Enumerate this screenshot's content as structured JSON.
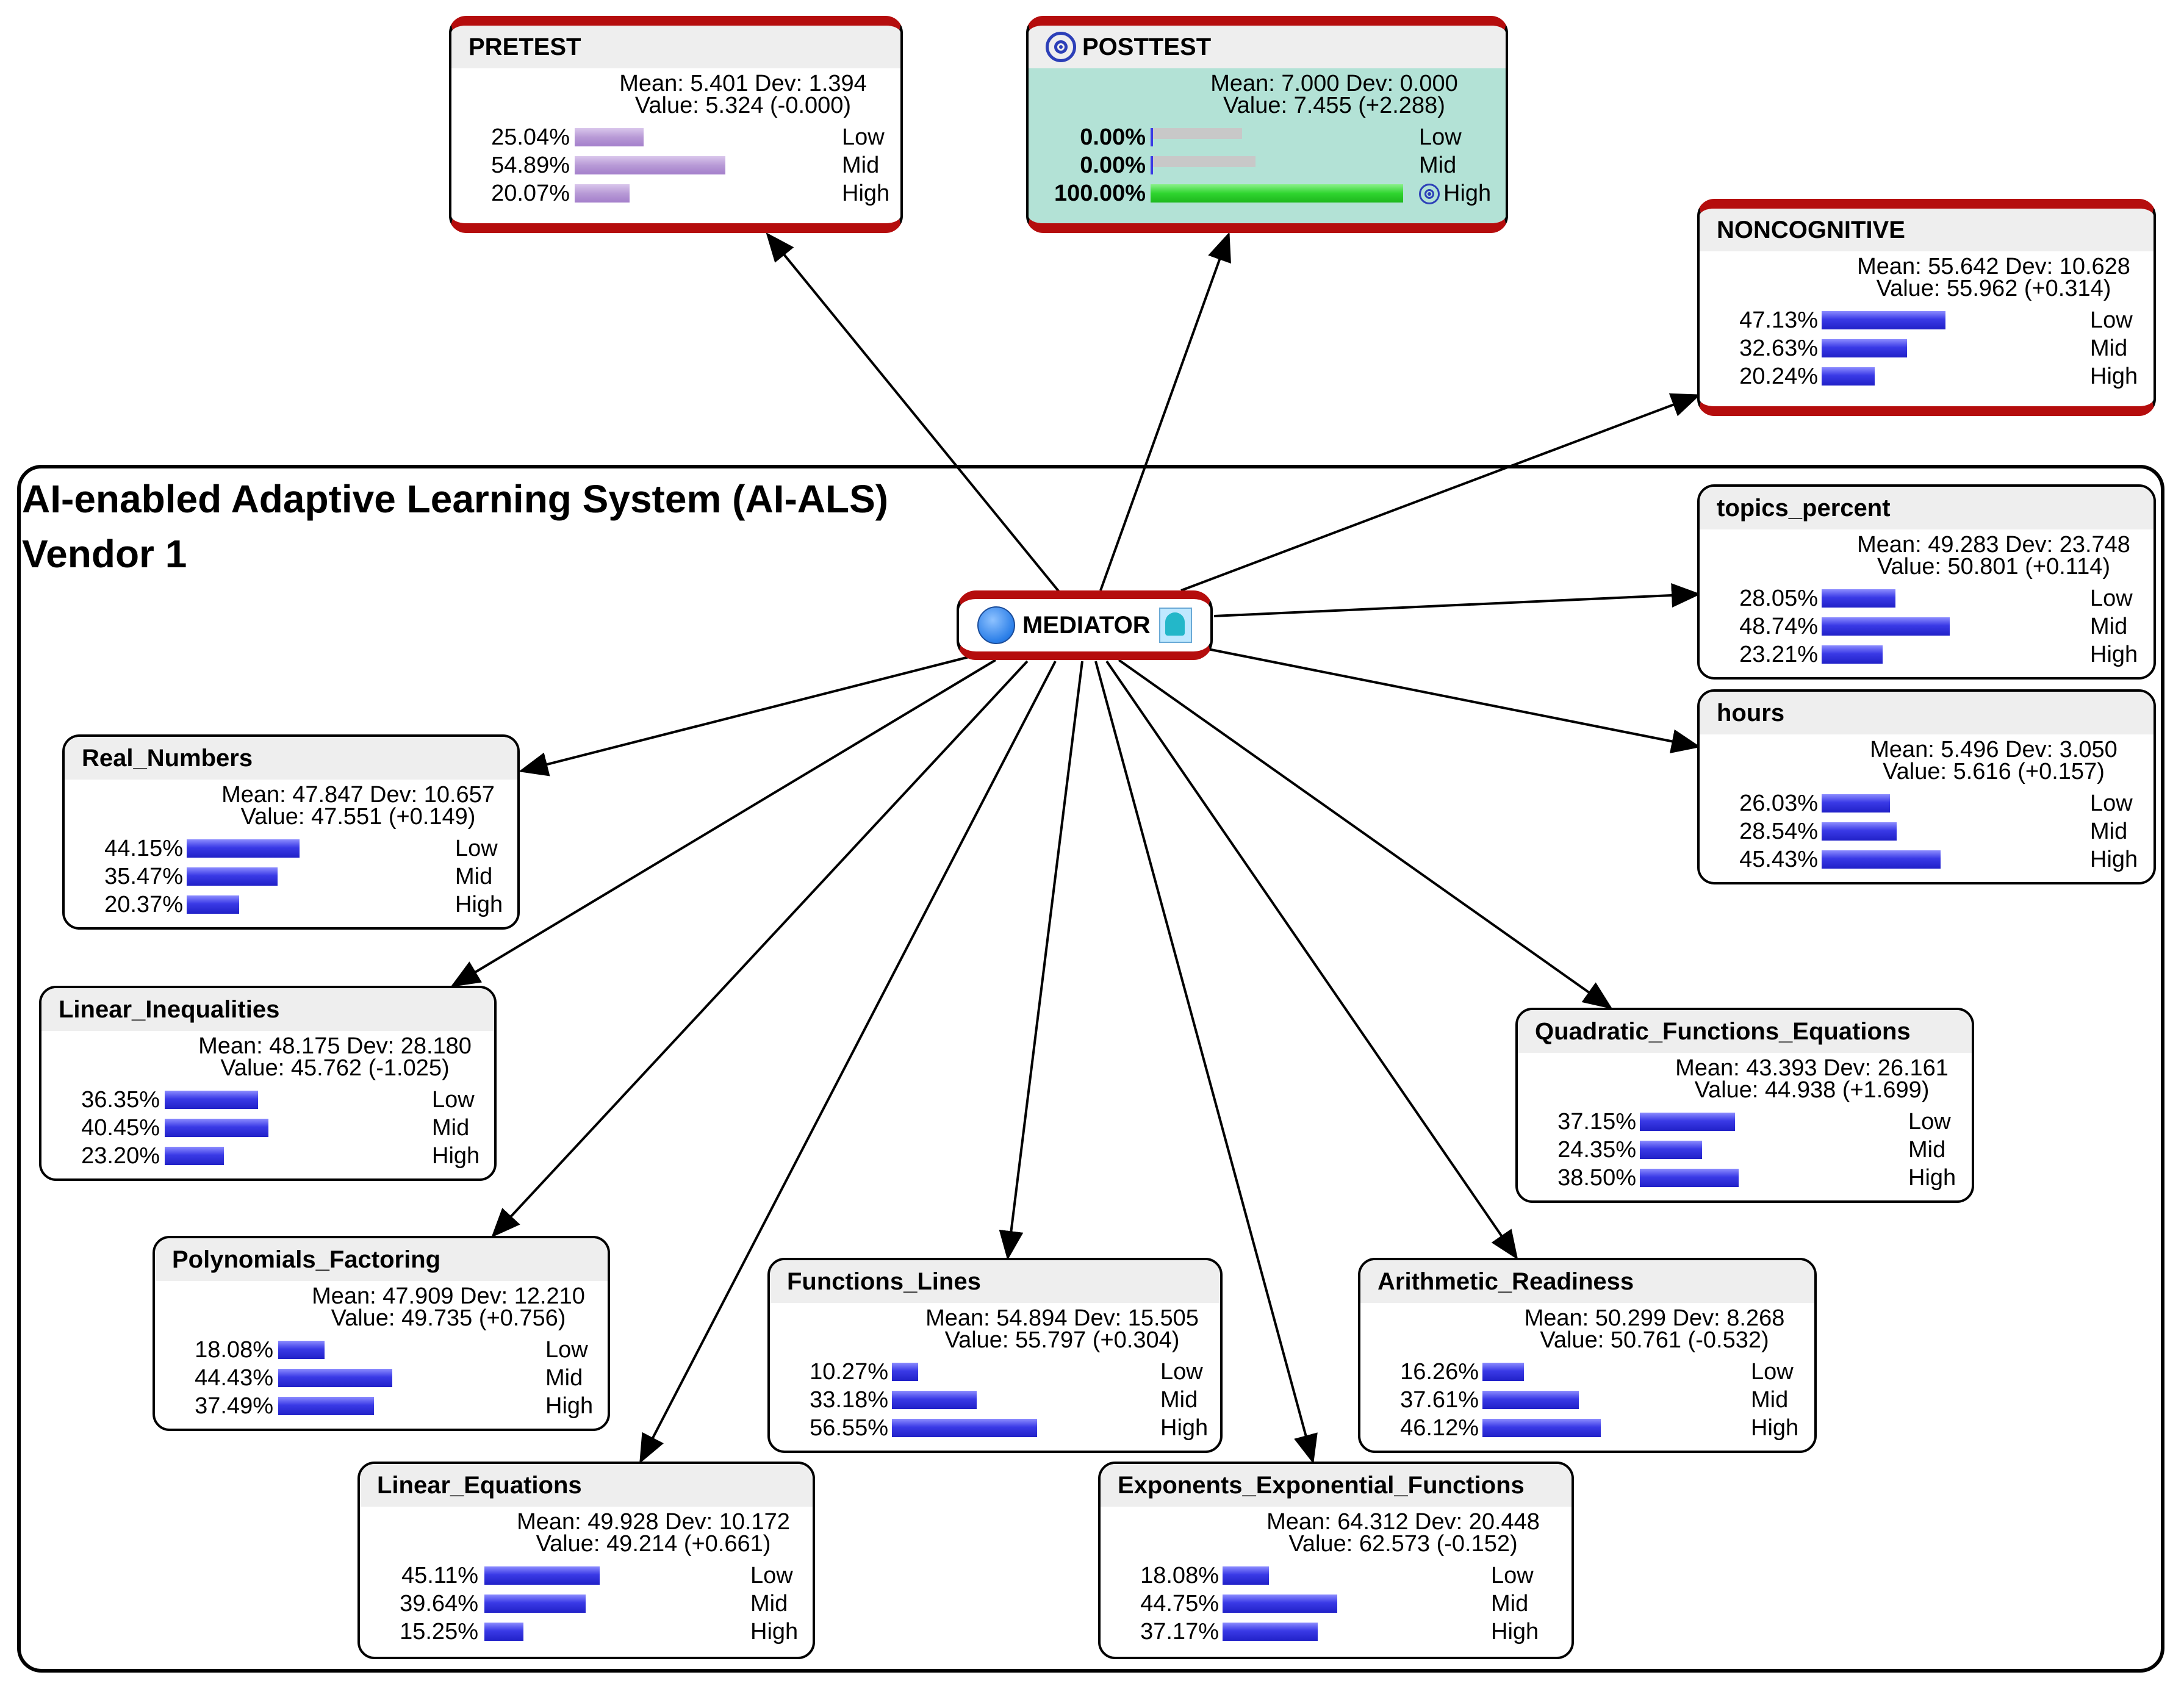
{
  "frame": {
    "title_line1": "AI-enabled Adaptive Learning System (AI-ALS)",
    "title_line2": "Vendor 1"
  },
  "mediator": {
    "label": "MEDIATOR",
    "icon": "circle-node-icon",
    "side_icon": "ghost-icon"
  },
  "levels": [
    "Low",
    "Mid",
    "High"
  ],
  "colors": {
    "accent_red": "#b50d0d",
    "bar_blue": "#3a3ae6",
    "bar_purple": "#b89ad6",
    "bar_green": "#2fd52f",
    "target_bg": "#b3e2d6"
  },
  "nodes": {
    "pretest": {
      "title": "PRETEST",
      "mean_dev": "Mean: 5.401 Dev: 1.394",
      "value": "Value: 5.324 (-0.000)",
      "rows": [
        {
          "pct": "25.04%",
          "p": 0.2504,
          "level": "Low"
        },
        {
          "pct": "54.89%",
          "p": 0.5489,
          "level": "Mid"
        },
        {
          "pct": "20.07%",
          "p": 0.2007,
          "level": "High"
        }
      ]
    },
    "posttest": {
      "title": "POSTTEST",
      "mean_dev": "Mean: 7.000 Dev: 0.000",
      "value": "Value: 7.455 (+2.288)",
      "rows": [
        {
          "pct": "0.00%",
          "p": 0.0,
          "level": "Low"
        },
        {
          "pct": "0.00%",
          "p": 0.0,
          "level": "Mid"
        },
        {
          "pct": "100.00%",
          "p": 1.0,
          "level": "High"
        }
      ]
    },
    "noncognitive": {
      "title": "NONCOGNITIVE",
      "mean_dev": "Mean: 55.642 Dev: 10.628",
      "value": "Value: 55.962 (+0.314)",
      "rows": [
        {
          "pct": "47.13%",
          "p": 0.4713,
          "level": "Low"
        },
        {
          "pct": "32.63%",
          "p": 0.3263,
          "level": "Mid"
        },
        {
          "pct": "20.24%",
          "p": 0.2024,
          "level": "High"
        }
      ]
    },
    "topics_percent": {
      "title": "topics_percent",
      "mean_dev": "Mean: 49.283 Dev: 23.748",
      "value": "Value: 50.801 (+0.114)",
      "rows": [
        {
          "pct": "28.05%",
          "p": 0.2805,
          "level": "Low"
        },
        {
          "pct": "48.74%",
          "p": 0.4874,
          "level": "Mid"
        },
        {
          "pct": "23.21%",
          "p": 0.2321,
          "level": "High"
        }
      ]
    },
    "hours": {
      "title": "hours",
      "mean_dev": "Mean: 5.496 Dev: 3.050",
      "value": "Value: 5.616 (+0.157)",
      "rows": [
        {
          "pct": "26.03%",
          "p": 0.2603,
          "level": "Low"
        },
        {
          "pct": "28.54%",
          "p": 0.2854,
          "level": "Mid"
        },
        {
          "pct": "45.43%",
          "p": 0.4543,
          "level": "High"
        }
      ]
    },
    "real_numbers": {
      "title": "Real_Numbers",
      "mean_dev": "Mean: 47.847 Dev: 10.657",
      "value": "Value: 47.551 (+0.149)",
      "rows": [
        {
          "pct": "44.15%",
          "p": 0.4415,
          "level": "Low"
        },
        {
          "pct": "35.47%",
          "p": 0.3547,
          "level": "Mid"
        },
        {
          "pct": "20.37%",
          "p": 0.2037,
          "level": "High"
        }
      ]
    },
    "linear_inequalities": {
      "title": "Linear_Inequalities",
      "mean_dev": "Mean: 48.175 Dev: 28.180",
      "value": "Value: 45.762 (-1.025)",
      "rows": [
        {
          "pct": "36.35%",
          "p": 0.3635,
          "level": "Low"
        },
        {
          "pct": "40.45%",
          "p": 0.4045,
          "level": "Mid"
        },
        {
          "pct": "23.20%",
          "p": 0.232,
          "level": "High"
        }
      ]
    },
    "polynomials_factoring": {
      "title": "Polynomials_Factoring",
      "mean_dev": "Mean: 47.909 Dev: 12.210",
      "value": "Value: 49.735 (+0.756)",
      "rows": [
        {
          "pct": "18.08%",
          "p": 0.1808,
          "level": "Low"
        },
        {
          "pct": "44.43%",
          "p": 0.4443,
          "level": "Mid"
        },
        {
          "pct": "37.49%",
          "p": 0.3749,
          "level": "High"
        }
      ]
    },
    "linear_equations": {
      "title": "Linear_Equations",
      "mean_dev": "Mean: 49.928 Dev: 10.172",
      "value": "Value: 49.214 (+0.661)",
      "rows": [
        {
          "pct": "45.11%",
          "p": 0.4511,
          "level": "Low"
        },
        {
          "pct": "39.64%",
          "p": 0.3964,
          "level": "Mid"
        },
        {
          "pct": "15.25%",
          "p": 0.1525,
          "level": "High"
        }
      ]
    },
    "functions_lines": {
      "title": "Functions_Lines",
      "mean_dev": "Mean: 54.894 Dev: 15.505",
      "value": "Value: 55.797 (+0.304)",
      "rows": [
        {
          "pct": "10.27%",
          "p": 0.1027,
          "level": "Low"
        },
        {
          "pct": "33.18%",
          "p": 0.3318,
          "level": "Mid"
        },
        {
          "pct": "56.55%",
          "p": 0.5655,
          "level": "High"
        }
      ]
    },
    "exponents": {
      "title": "Exponents_Exponential_Functions",
      "mean_dev": "Mean: 64.312 Dev: 20.448",
      "value": "Value: 62.573 (-0.152)",
      "rows": [
        {
          "pct": "18.08%",
          "p": 0.1808,
          "level": "Low"
        },
        {
          "pct": "44.75%",
          "p": 0.4475,
          "level": "Mid"
        },
        {
          "pct": "37.17%",
          "p": 0.3717,
          "level": "High"
        }
      ]
    },
    "quadratic": {
      "title": "Quadratic_Functions_Equations",
      "mean_dev": "Mean: 43.393 Dev: 26.161",
      "value": "Value: 44.938 (+1.699)",
      "rows": [
        {
          "pct": "37.15%",
          "p": 0.3715,
          "level": "Low"
        },
        {
          "pct": "24.35%",
          "p": 0.2435,
          "level": "Mid"
        },
        {
          "pct": "38.50%",
          "p": 0.385,
          "level": "High"
        }
      ]
    },
    "arithmetic": {
      "title": "Arithmetic_Readiness",
      "mean_dev": "Mean: 50.299 Dev: 8.268",
      "value": "Value: 50.761 (-0.532)",
      "rows": [
        {
          "pct": "16.26%",
          "p": 0.1626,
          "level": "Low"
        },
        {
          "pct": "37.61%",
          "p": 0.3761,
          "level": "Mid"
        },
        {
          "pct": "46.12%",
          "p": 0.4612,
          "level": "High"
        }
      ]
    }
  }
}
